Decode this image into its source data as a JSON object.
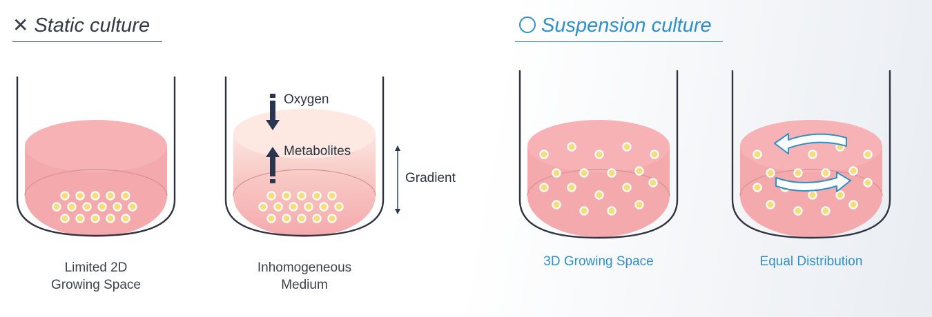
{
  "static_culture": {
    "heading": "Static culture",
    "mark_icon": "cross-icon",
    "panels": [
      {
        "caption_line1": "Limited 2D",
        "caption_line2": "Growing Space"
      },
      {
        "caption_line1": "Inhomogeneous",
        "caption_line2": "Medium",
        "oxygen_label": "Oxygen",
        "metabolites_label": "Metabolites",
        "gradient_label": "Gradient"
      }
    ]
  },
  "suspension_culture": {
    "heading": "Suspension culture",
    "mark_icon": "circle-icon",
    "panels": [
      {
        "caption": "3D Growing Space"
      },
      {
        "caption": "Equal Distribution"
      }
    ]
  },
  "colors": {
    "medium": "#f4a9ad",
    "medium_light": "#fce6e0",
    "cell_fill": "#f7dc7a",
    "cell_ring": "#ffffff",
    "vessel_stroke": "#2f3340",
    "arrow_dark": "#2a3550",
    "swirl_fill": "#ffffff",
    "swirl_stroke": "#2f8fc6",
    "accent_blue": "#2f8fc6"
  }
}
